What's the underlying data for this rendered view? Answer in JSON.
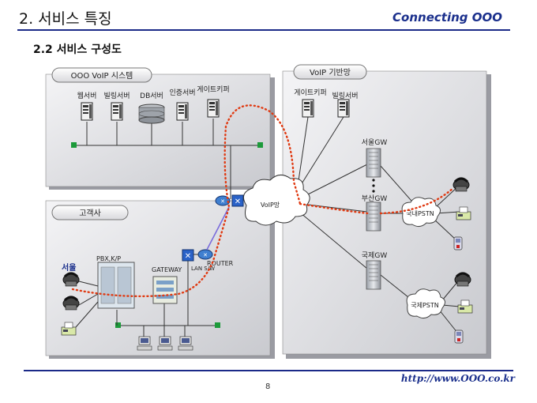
{
  "header": {
    "title": "2. 서비스 특징",
    "brand": "Connecting OOO"
  },
  "subtitle": "2.2 서비스 구성도",
  "footer": {
    "url": "http://www.OOO.co.kr",
    "page_number": "8"
  },
  "diagram": {
    "system_panel": {
      "title": "OOO VoIP 시스템",
      "servers": [
        "웹서버",
        "빌링서버",
        "DB서버",
        "인증서버",
        "게이트키퍼"
      ]
    },
    "customer_panel": {
      "title": "고객사",
      "site_label": "서울",
      "devices": [
        "PBX,K/P",
        "GATEWAY",
        "LAN S/W",
        "ROUTER"
      ]
    },
    "backbone_panel": {
      "title": "VoIP 기반망",
      "servers": [
        "게이트키퍼",
        "빌링서버"
      ],
      "gateways": [
        "서울GW",
        "부산GW",
        "국제GW"
      ],
      "pstn": [
        "국내PSTN",
        "국제PSTN"
      ]
    },
    "cloud_label": "VoIP망",
    "colors": {
      "border": "#1b2a88",
      "call_path": "#e03a12",
      "brand": "#1a2f8c"
    }
  }
}
